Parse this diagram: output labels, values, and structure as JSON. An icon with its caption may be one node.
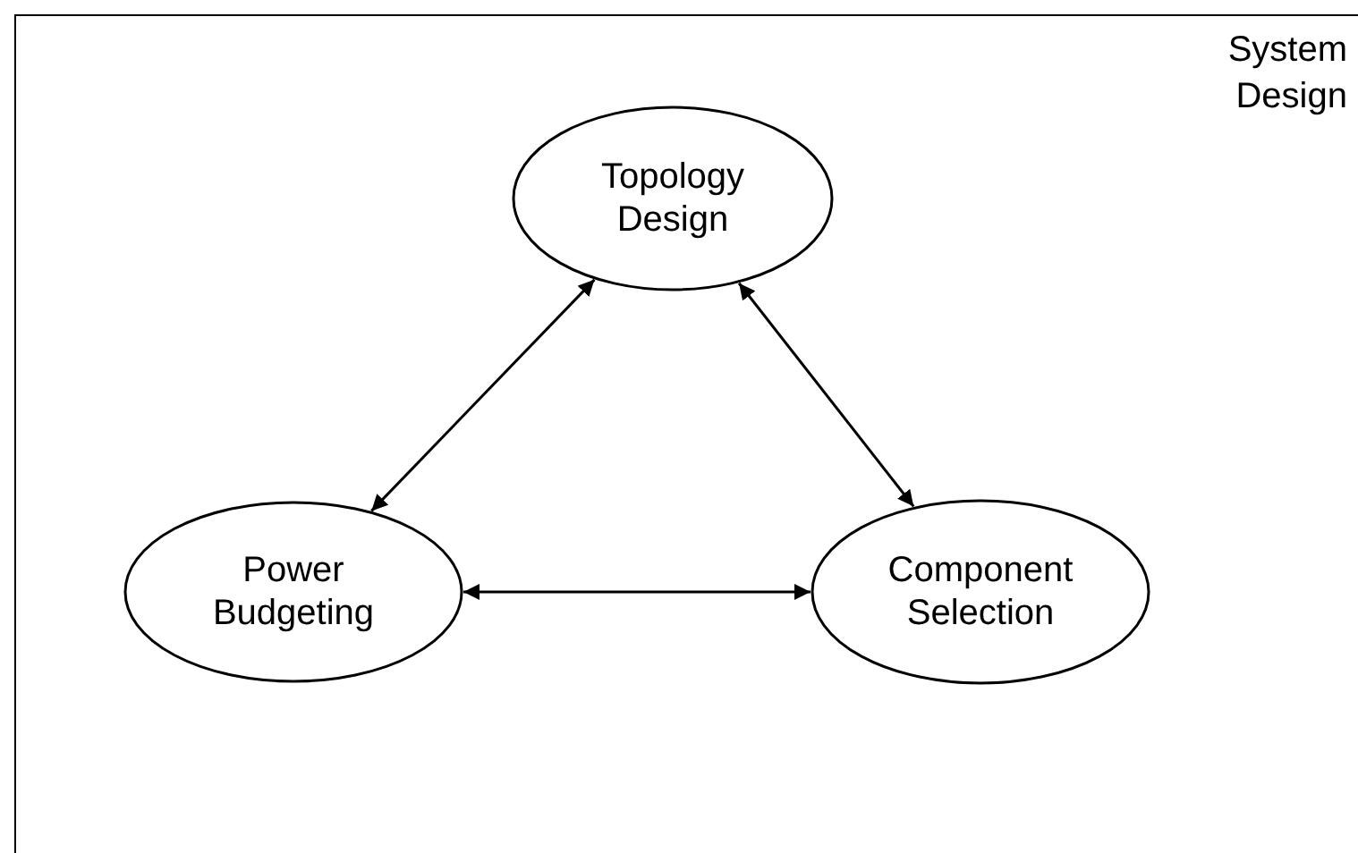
{
  "diagram": {
    "nodes": [
      {
        "text": [
          "System Design"
        ]
      },
      {
        "text": [
          "Topology Design"
        ],
        "in": 0
      },
      {
        "text": [
          "Power Budgeting"
        ],
        "in": 0
      },
      {
        "text": [
          "Component Selection"
        ],
        "in": 0
      }
    ],
    "edges": [
      {
        "from": 1,
        "to": 2,
        "arrow": "both"
      },
      {
        "from": 1,
        "to": 3,
        "arrow": "both"
      },
      {
        "from": 2,
        "to": 3,
        "arrow": "both"
      }
    ]
  }
}
